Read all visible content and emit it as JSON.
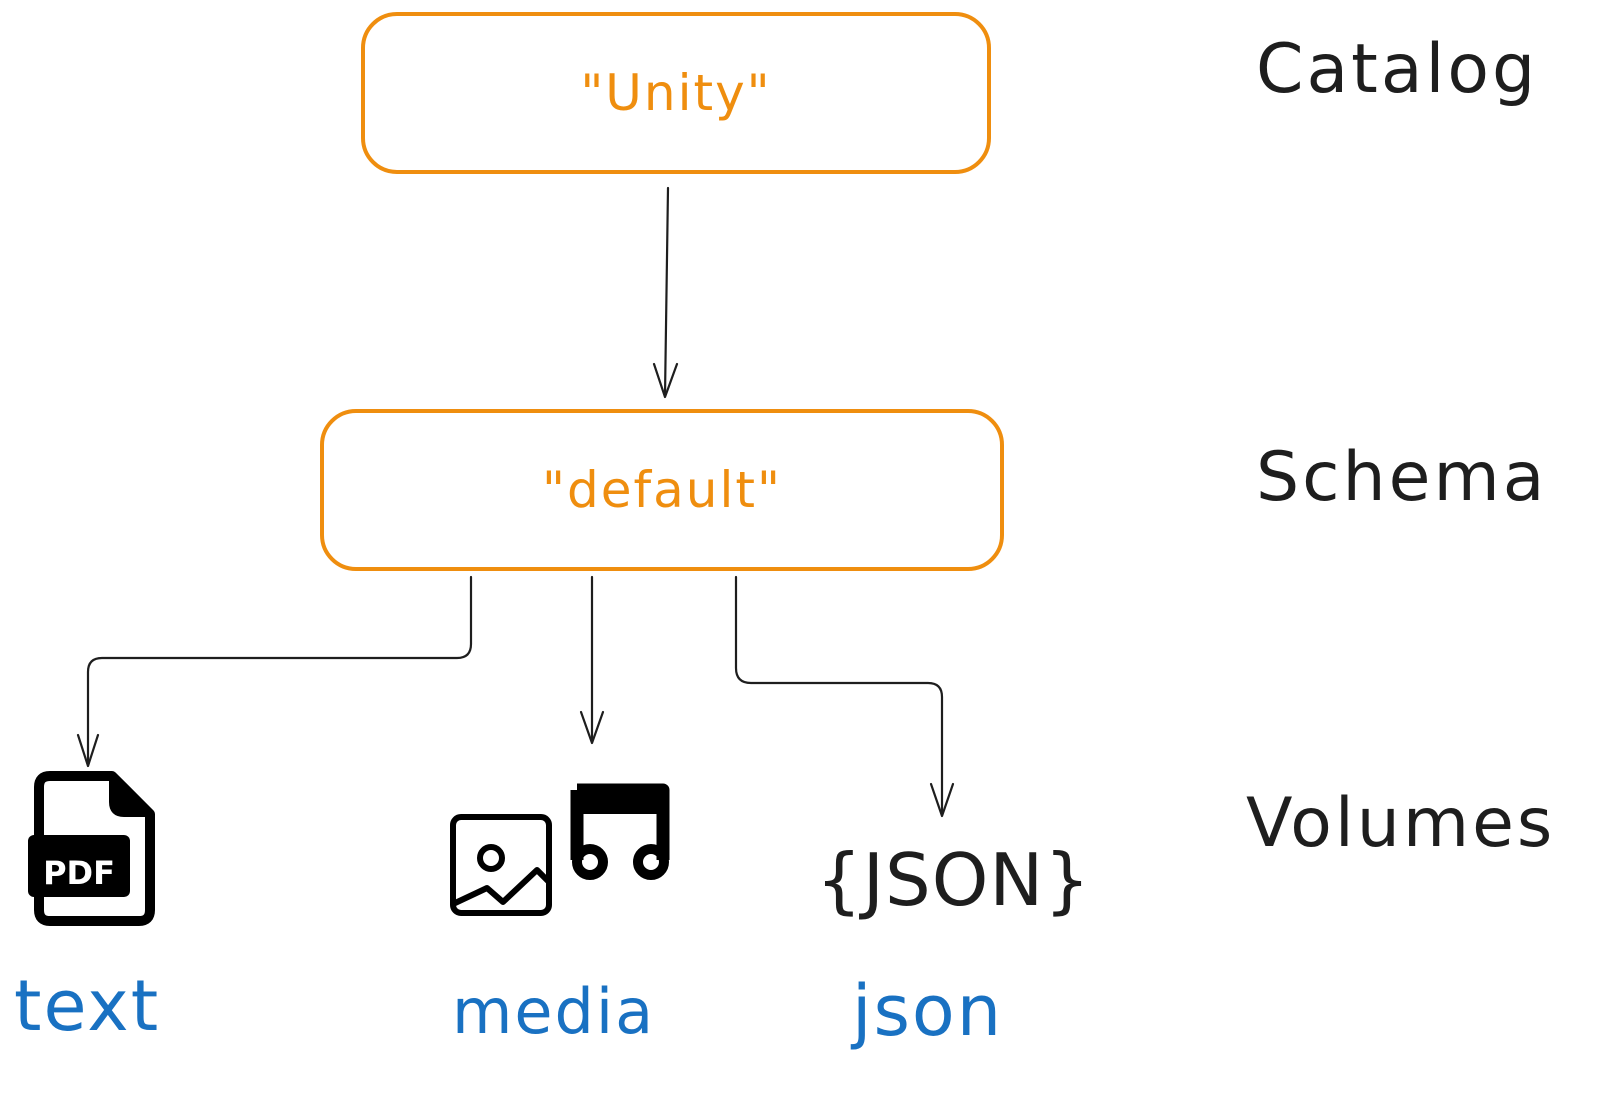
{
  "diagram": {
    "catalog": {
      "label": "\"Unity\""
    },
    "schema": {
      "label": "\"default\""
    },
    "levels": {
      "catalog": "Catalog",
      "schema": "Schema",
      "volumes": "Volumes"
    },
    "volumes": [
      {
        "label": "text",
        "icon": "pdf-file-icon",
        "icon_text": "PDF"
      },
      {
        "label": "media",
        "icon": "image-and-music-icon"
      },
      {
        "label": "json",
        "icon": "json-logo-icon",
        "icon_text": "{JSON}"
      }
    ],
    "edges": [
      {
        "from": "\"Unity\"",
        "to": "\"default\""
      },
      {
        "from": "\"default\"",
        "to": "text"
      },
      {
        "from": "\"default\"",
        "to": "media"
      },
      {
        "from": "\"default\"",
        "to": "json"
      }
    ],
    "colors": {
      "box_stroke": "#EF8E0F",
      "box_text": "#EF8E0F",
      "volume_label": "#1971C2",
      "level_label": "#1E1E1E",
      "arrow": "#1E1E1E"
    }
  }
}
